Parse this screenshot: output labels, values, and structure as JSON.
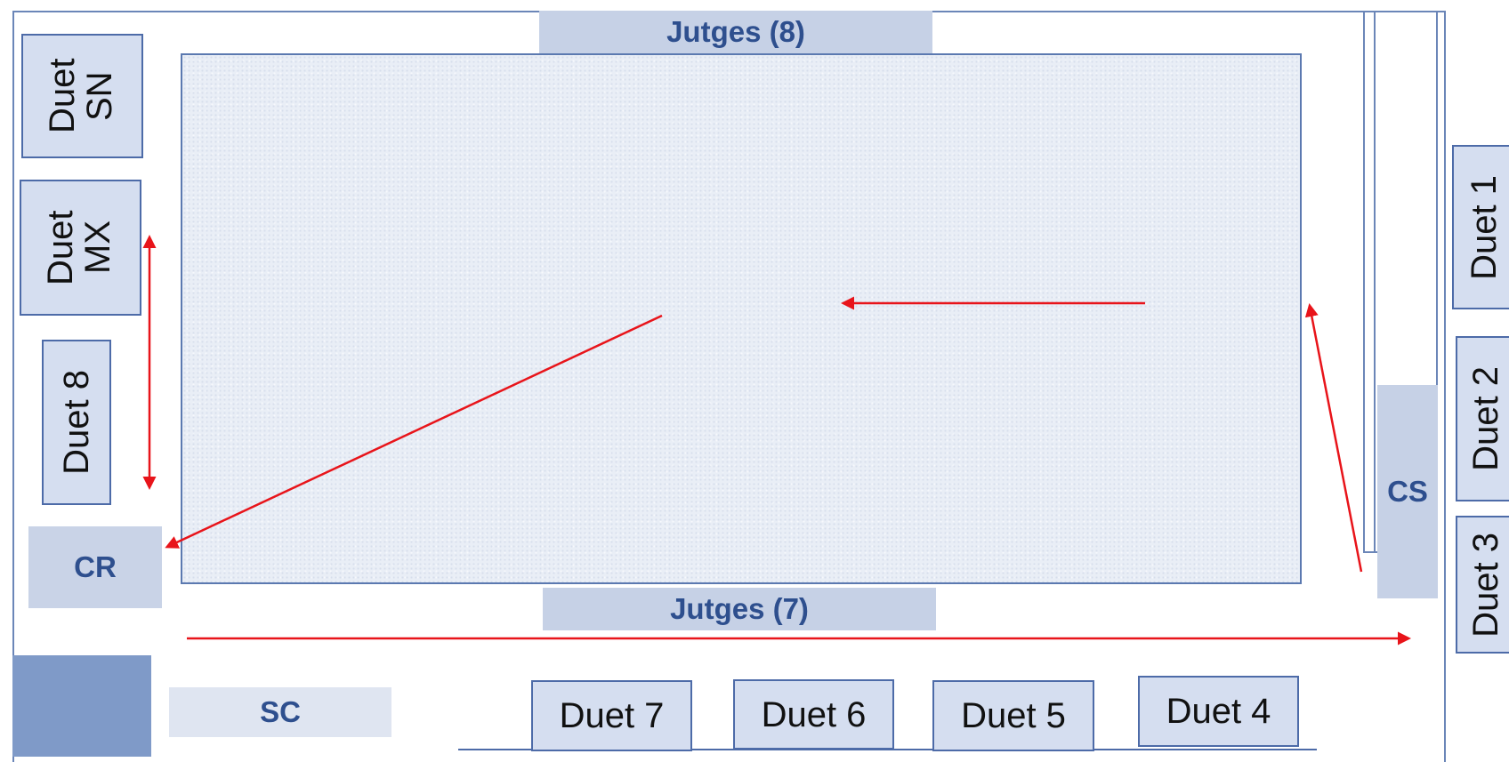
{
  "judges_top": "Jutges (8)",
  "judges_bottom": "Jutges (7)",
  "cr_label": "CR",
  "sc_label": "SC",
  "cs_label": "CS",
  "duets": {
    "sn": "Duet SN",
    "mx": "Duet MX",
    "d8": "Duet 8",
    "d1": "Duet 1",
    "d2": "Duet 2",
    "d3": "Duet 3",
    "d4": "Duet 4",
    "d5": "Duet 5",
    "d6": "Duet 6",
    "d7": "Duet 7"
  },
  "colors": {
    "arrow": "#e8141a",
    "judge_band": "#c6d1e6",
    "duet_fill": "#d5def0",
    "duet_border": "#4d6ba8",
    "label_text": "#2e4f8e"
  }
}
